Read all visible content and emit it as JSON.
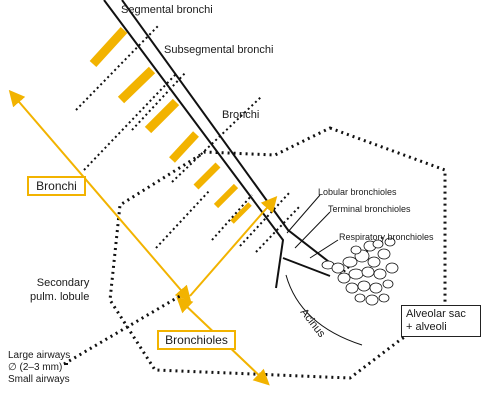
{
  "labels": {
    "segmental_bronchi": "Segmental bronchi",
    "subsegmental_bronchi": "Subsegmental bronchi",
    "bronchi": "Bronchi",
    "bronchi_box": "Bronchi",
    "lobular_bronchioles": "Lobular bronchioles",
    "terminal_bronchioles": "Terminal bronchioles",
    "respiratory_bronchioles": "Respiratory bronchioles",
    "acinus": "Acinus",
    "alveolar_sac_line1": "Alveolar sac",
    "alveolar_sac_line2": "+ alveoli",
    "secondary_lobule_line1": "Secondary",
    "secondary_lobule_line2": "pulm. lobule",
    "bronchioles_box": "Bronchioles",
    "large_airways": "Large airways",
    "diameter": "∅ (2–3 mm)",
    "small_airways": "Small airways"
  },
  "colors": {
    "accent": "#f2b300",
    "line": "#111111"
  }
}
